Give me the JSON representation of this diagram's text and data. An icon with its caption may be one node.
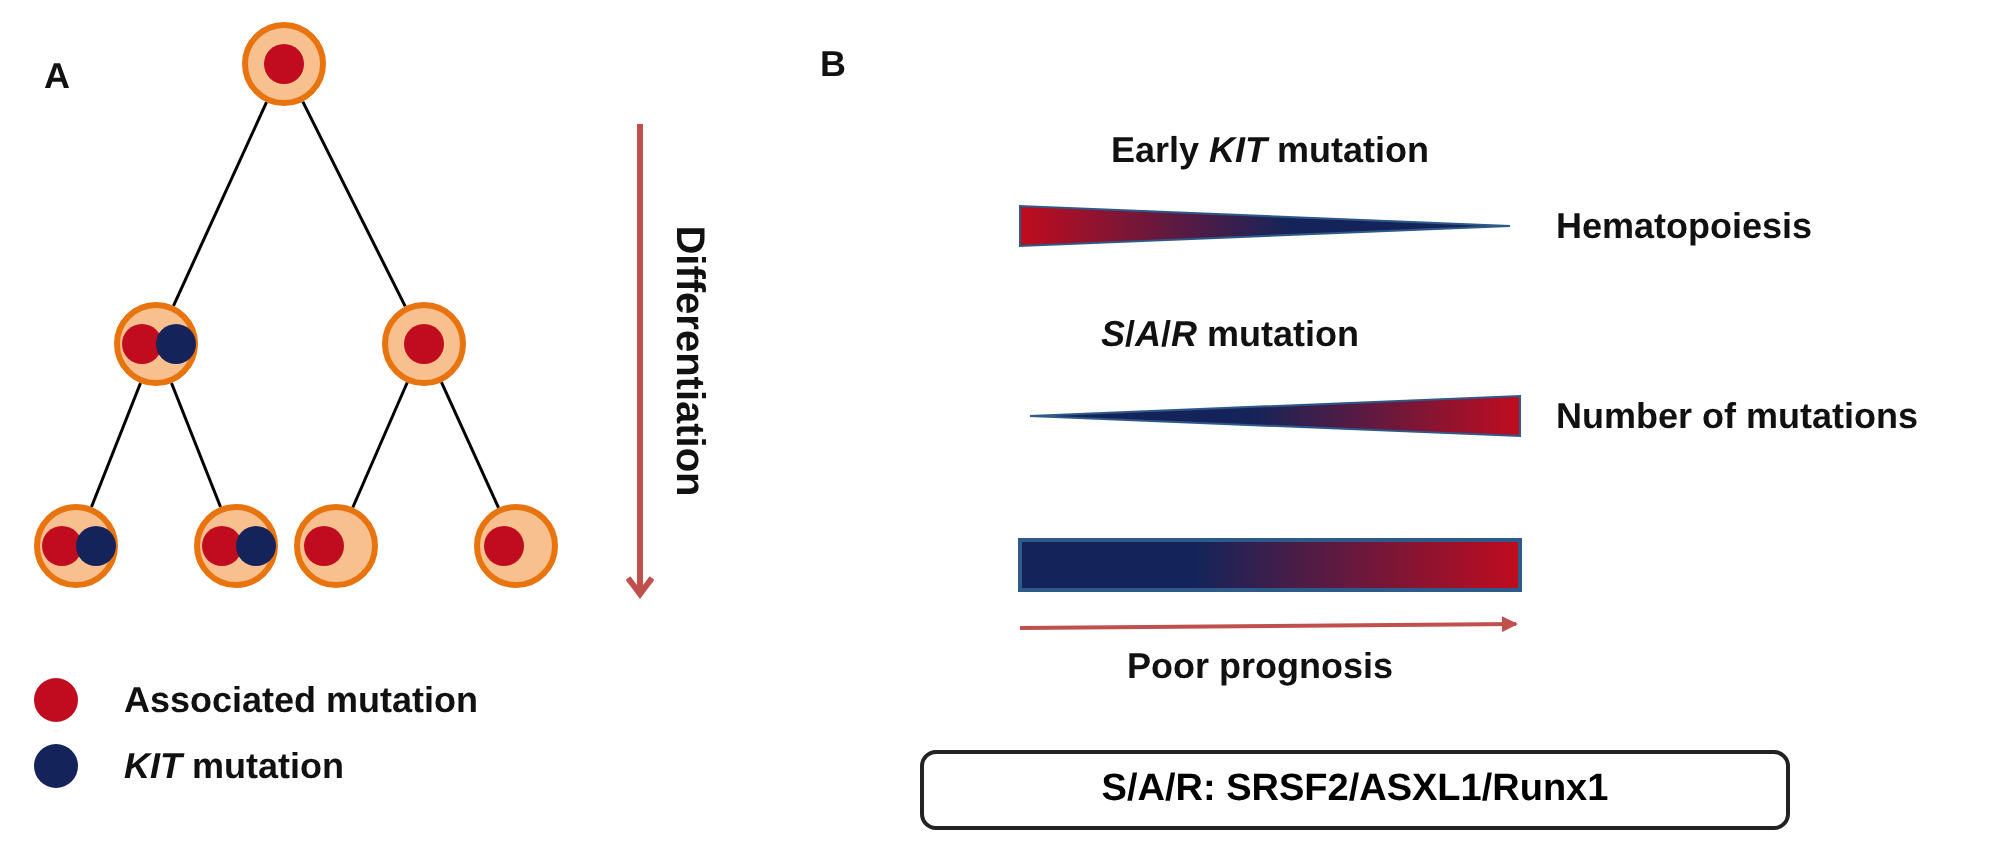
{
  "diagram": {
    "nodes": [
      {
        "text": [],
        "shape": "circle"
      },
      {
        "text": [],
        "shape": "circle"
      },
      {
        "text": [],
        "shape": "circle"
      },
      {
        "text": [],
        "shape": "circle"
      },
      {
        "text": [],
        "shape": "circle"
      },
      {
        "text": [],
        "shape": "circle"
      },
      {
        "text": [],
        "shape": "circle"
      },
      {
        "text": [],
        "shape": "wedge"
      },
      {
        "text": [],
        "shape": "wedge"
      },
      {
        "text": [],
        "shape": "bar"
      },
      {
        "text": [
          "S/A/R: SRSF2/ASXL1/Runx1"
        ]
      }
    ],
    "edges": [
      {
        "from": 0,
        "to": 1,
        "arrow": "none"
      },
      {
        "from": 0,
        "to": 2,
        "arrow": "none"
      },
      {
        "from": 1,
        "to": 3,
        "arrow": "none"
      },
      {
        "from": 1,
        "to": 4,
        "arrow": "none"
      },
      {
        "from": 2,
        "to": 5,
        "arrow": "none"
      },
      {
        "from": 2,
        "to": 6,
        "arrow": "none"
      }
    ],
    "labels": [
      "A",
      "B",
      "Differentiation",
      "Early *KIT* mutation",
      "Hematopoiesis",
      "*S*/*A*/*R* mutation",
      "Number of mutations",
      "Poor prognosis"
    ],
    "legend": [
      {
        "text": "Associated mutation",
        "color": "#c00c1e"
      },
      {
        "text": "*KIT* mutation",
        "color": "#14245a"
      }
    ]
  }
}
